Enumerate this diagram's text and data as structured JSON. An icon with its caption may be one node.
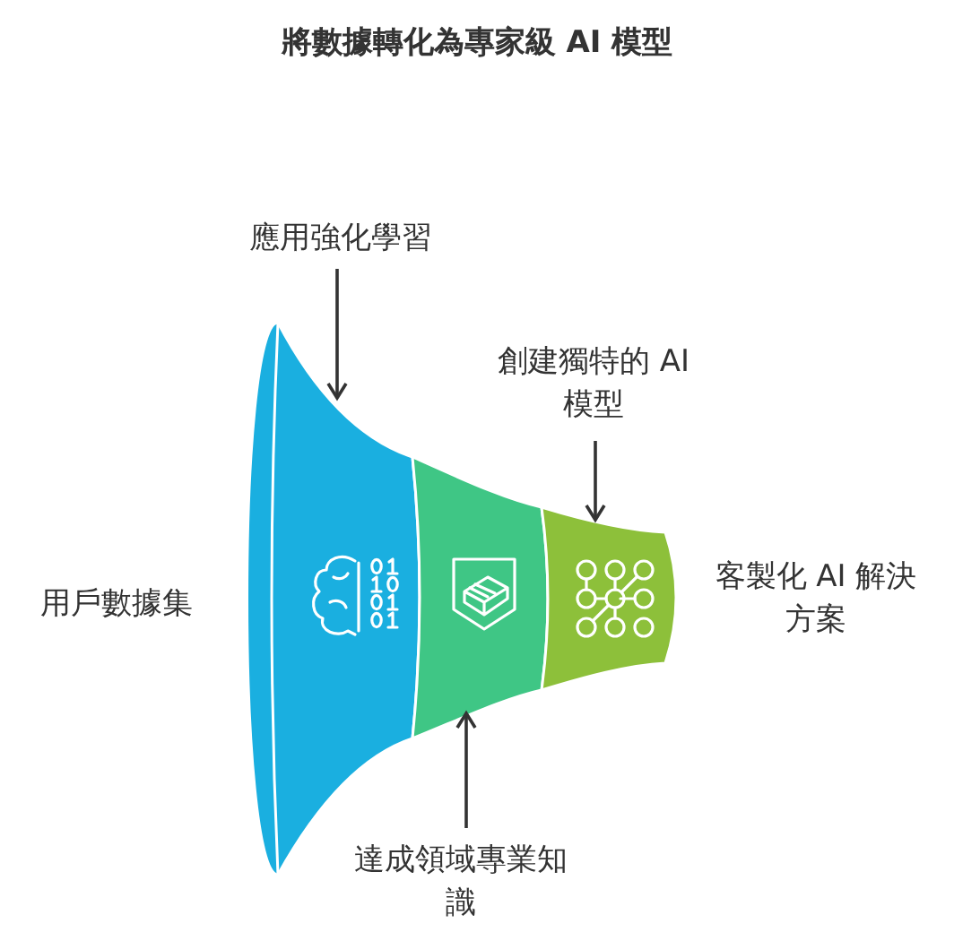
{
  "diagram": {
    "title": "將數據轉化為專家級 AI 模型",
    "nodes": [
      {
        "text": [],
        "shape": "funnel"
      },
      {
        "text": [],
        "shape": "funnel"
      },
      {
        "text": [],
        "shape": "funnel"
      },
      {
        "text": [
          "應用強化學習"
        ]
      },
      {
        "text": [
          "創建獨特的 AI 模型"
        ]
      },
      {
        "text": [
          "達成領域專業知識"
        ]
      }
    ],
    "edges": [
      {
        "from": 3,
        "to": 0,
        "arrow": "to"
      },
      {
        "from": 4,
        "to": 2,
        "arrow": "to"
      },
      {
        "from": 5,
        "to": 1,
        "arrow": "to"
      }
    ],
    "labels": [
      "用戶數據集",
      "客製化 AI 解決方案"
    ]
  }
}
